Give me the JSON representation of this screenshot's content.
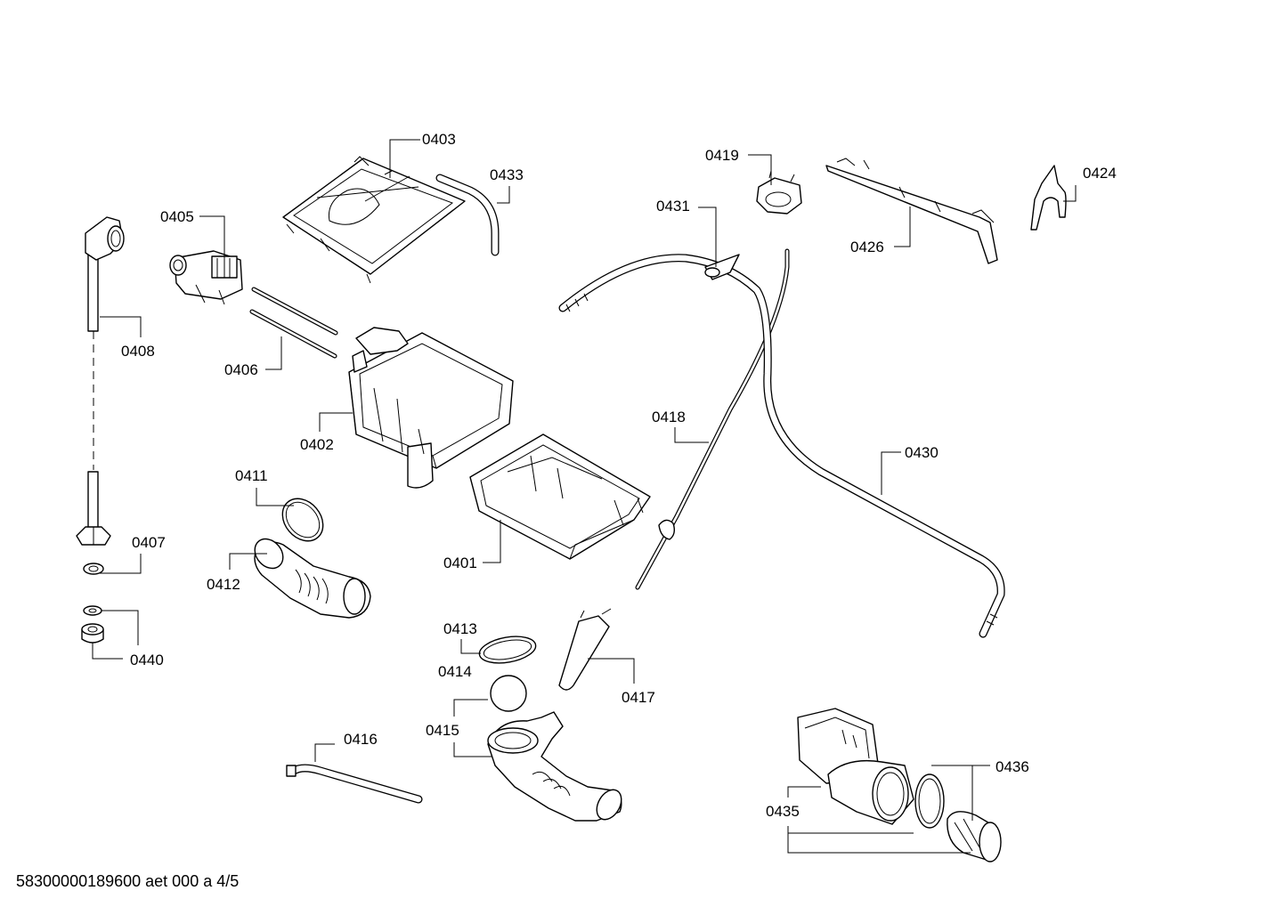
{
  "diagram": {
    "footer": "58300000189600 aet 000 a 4/5",
    "labels": {
      "p0401": "0401",
      "p0402": "0402",
      "p0403": "0403",
      "p0405": "0405",
      "p0406": "0406",
      "p0407": "0407",
      "p0408": "0408",
      "p0411": "0411",
      "p0412": "0412",
      "p0413": "0413",
      "p0414": "0414",
      "p0415": "0415",
      "p0416": "0416",
      "p0417": "0417",
      "p0418": "0418",
      "p0419": "0419",
      "p0424": "0424",
      "p0426": "0426",
      "p0430": "0430",
      "p0431": "0431",
      "p0433": "0433",
      "p0435": "0435",
      "p0436": "0436",
      "p0440": "0440"
    }
  }
}
